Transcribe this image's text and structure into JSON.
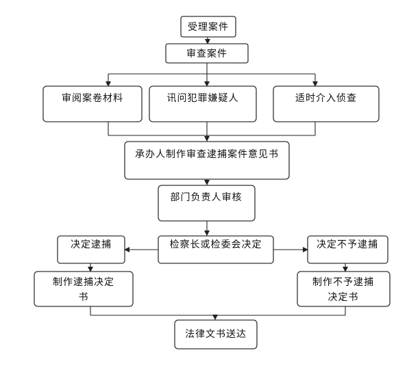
{
  "nodes": {
    "accept_case": "受理案件",
    "review_case": "审查案件",
    "read_files": "审阅案卷材料",
    "interrogate": "讯问犯罪嫌疑人",
    "intervene": "适时介入侦查",
    "opinion": "承办人制作审查逮捕案件意见书",
    "dept_review": "部门负责人审核",
    "chief_decide": "检察长或检委会决定",
    "decide_arrest": "决定逮捕",
    "decide_no_arrest": "决定不予逮捕",
    "make_arrest_doc_1": "制作逮捕决定",
    "make_arrest_doc_2": "书",
    "make_no_arrest_doc_1": "制作不予逮捕",
    "make_no_arrest_doc_2": "决定书",
    "deliver": "法律文书送达"
  },
  "colors": {
    "stroke": "#333333",
    "text": "#111111",
    "background": "#ffffff"
  }
}
